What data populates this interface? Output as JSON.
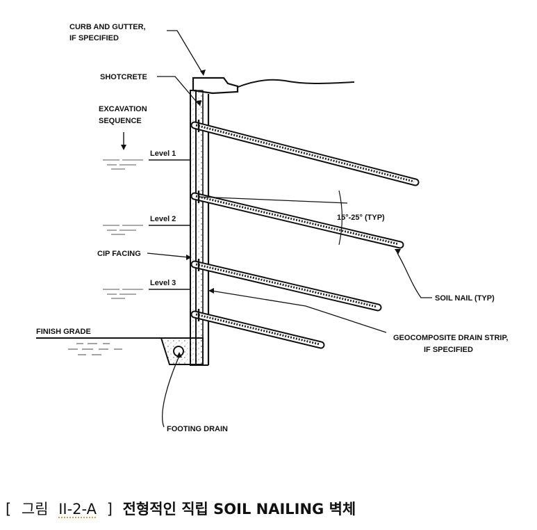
{
  "labels": {
    "curb": [
      "CURB AND GUTTER,",
      "IF SPECIFIED"
    ],
    "shotcrete": "SHOTCRETE",
    "excavation": [
      "EXCAVATION",
      "SEQUENCE"
    ],
    "level1": "Level 1",
    "level2": "Level 2",
    "level3": "Level 3",
    "angle": "15°-25° (TYP)",
    "cip_facing": "CIP FACING",
    "soil_nail": "SOIL NAIL (TYP)",
    "finish_grade": "FINISH GRADE",
    "geocomposite": [
      "GEOCOMPOSITE DRAIN STRIP,",
      "IF SPECIFIED"
    ],
    "footing_drain": "FOOTING DRAIN"
  },
  "caption": {
    "open": "[",
    "figure_word": "그림",
    "figure_number": "II-2-A",
    "close": "]",
    "title": "전형적인 직립 SOIL NAILING 벽체"
  }
}
